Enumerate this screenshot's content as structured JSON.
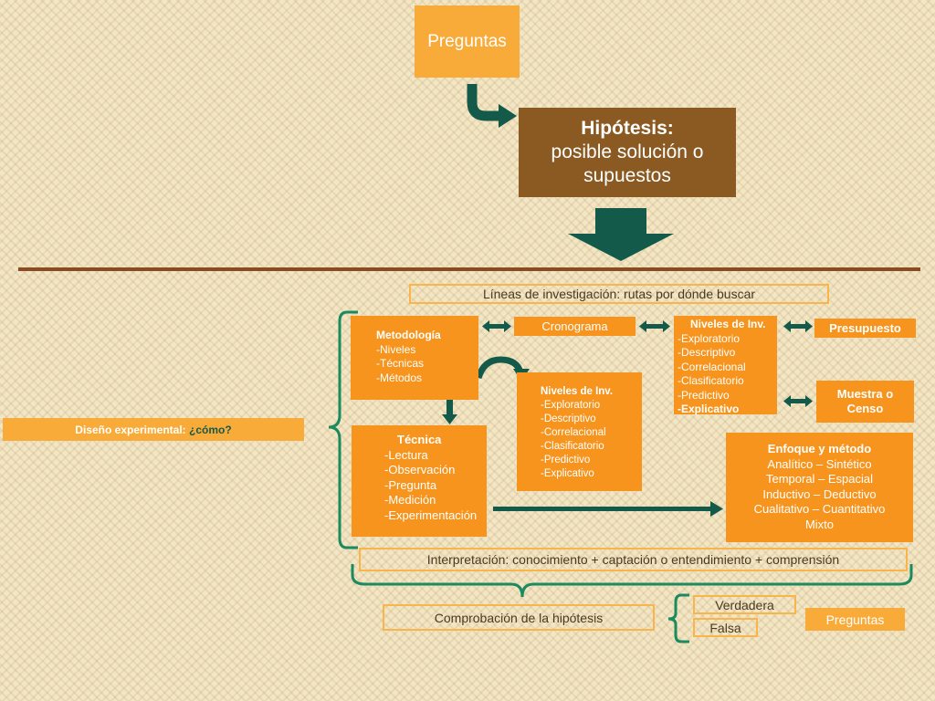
{
  "preguntas_top": "Preguntas",
  "hipotesis": {
    "title": "Hipótesis:",
    "line1": "posible solución o",
    "line2": "supuestos"
  },
  "lineas": "Líneas de investigación: rutas por dónde buscar",
  "diseno": {
    "label": "Diseño experimental:",
    "question": "¿cómo?"
  },
  "metodologia": {
    "title": "Metodología",
    "items": [
      "-Niveles",
      "-Técnicas",
      "-Métodos"
    ]
  },
  "cronograma": "Cronograma",
  "niveles_right": {
    "title": "Niveles de Inv.",
    "items": [
      "-Exploratorio",
      "-Descriptivo",
      "-Correlacional",
      "-Clasificatorio",
      "-Predictivo",
      "-Explicativo"
    ]
  },
  "presupuesto": "Presupuesto",
  "muestra": "Muestra o Censo",
  "niveles_center": {
    "title": "Niveles de Inv.",
    "items": [
      "-Exploratorio",
      "-Descriptivo",
      "-Correlacional",
      "-Clasificatorio",
      "-Predictivo",
      "-Explicativo"
    ]
  },
  "tecnica": {
    "title": "Técnica",
    "items": [
      "-Lectura",
      "-Observación",
      "-Pregunta",
      "-Medición",
      "-Experimentación"
    ]
  },
  "enfoque": {
    "title": "Enfoque y método",
    "items": [
      "Analítico – Sintético",
      "Temporal – Espacial",
      "Inductivo – Deductivo",
      "Cualitativo – Cuantitativo",
      "Mixto"
    ]
  },
  "interpretacion": "Interpretación: conocimiento + captación o entendimiento + comprensión",
  "comprobacion": "Comprobación de la hipótesis",
  "verdadera": "Verdadera",
  "falsa": "Falsa",
  "preguntas_bottom": "Preguntas",
  "colors": {
    "orange": "#f7941d",
    "brown": "#8b5a22",
    "teal": "#135a4a",
    "divider": "#8b4a22"
  }
}
